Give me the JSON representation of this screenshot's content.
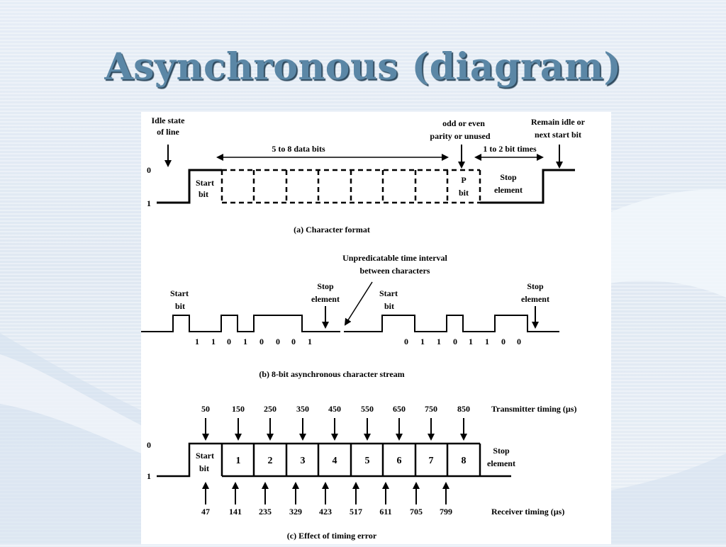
{
  "slide": {
    "title": "Asynchronous (diagram)"
  },
  "part_a": {
    "idle_state": [
      "Idle state",
      "of line"
    ],
    "level_0": "0",
    "level_1": "1",
    "data_bits": "5 to 8 data bits",
    "parity_label": [
      "odd or even",
      "parity or unused"
    ],
    "bit_times": "1 to 2 bit times",
    "remain_idle": [
      "Remain idle or",
      "next start bit"
    ],
    "start_bit": [
      "Start",
      "bit"
    ],
    "parity_bit": [
      "P",
      "bit"
    ],
    "stop_element": [
      "Stop",
      "element"
    ],
    "caption": "(a) Character format"
  },
  "part_b": {
    "interval_label": [
      "Unpredicatable time interval",
      "between characters"
    ],
    "start_bit": [
      "Start",
      "bit"
    ],
    "stop_element": [
      "Stop",
      "element"
    ],
    "bits_char1": [
      "1",
      "1",
      "0",
      "1",
      "0",
      "0",
      "0",
      "1"
    ],
    "bits_char2": [
      "0",
      "1",
      "1",
      "0",
      "1",
      "1",
      "0",
      "0"
    ],
    "caption": "(b) 8-bit asynchronous character stream"
  },
  "part_c": {
    "level_0": "0",
    "level_1": "1",
    "tx_times": [
      "50",
      "150",
      "250",
      "350",
      "450",
      "550",
      "650",
      "750",
      "850"
    ],
    "tx_label": "Transmitter timing (µs)",
    "rx_times": [
      "47",
      "141",
      "235",
      "329",
      "423",
      "517",
      "611",
      "705",
      "799"
    ],
    "rx_label": "Receiver timing (µs)",
    "start_bit": [
      "Start",
      "bit"
    ],
    "bit_numbers": [
      "1",
      "2",
      "3",
      "4",
      "5",
      "6",
      "7",
      "8"
    ],
    "stop_element": [
      "Stop",
      "element"
    ],
    "caption": "(c) Effect of timing error"
  },
  "colors": {
    "title": "#5b87a6",
    "title_shadow": "#2f4a5e",
    "panel": "#ffffff",
    "line": "#000000"
  }
}
